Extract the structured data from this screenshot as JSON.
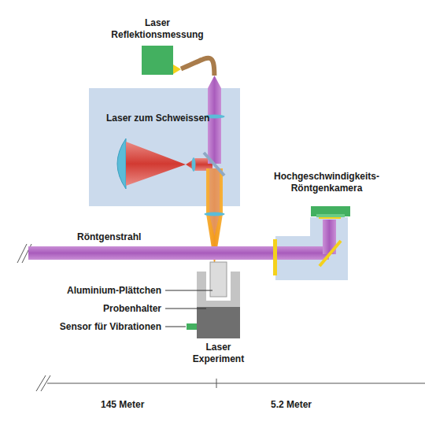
{
  "diagram": {
    "nodes": [
      {
        "text": [
          "Laser Reflektionsmessung"
        ]
      },
      {
        "text": [
          "Laser zum Schweissen"
        ]
      },
      {
        "text": [
          "Hochgeschwindigkeits- Röntgenkamera"
        ]
      },
      {
        "text": [
          "Laser Experiment"
        ]
      }
    ],
    "edges": [
      {
        "from": 1,
        "to": 0,
        "arrow": "none"
      }
    ],
    "labels": [
      "Röntgenstrahl",
      "Aluminium-Plättchen",
      "Probenhalter",
      "Sensor für Vibrationen",
      "145 Meter",
      "5.2 Meter"
    ]
  }
}
